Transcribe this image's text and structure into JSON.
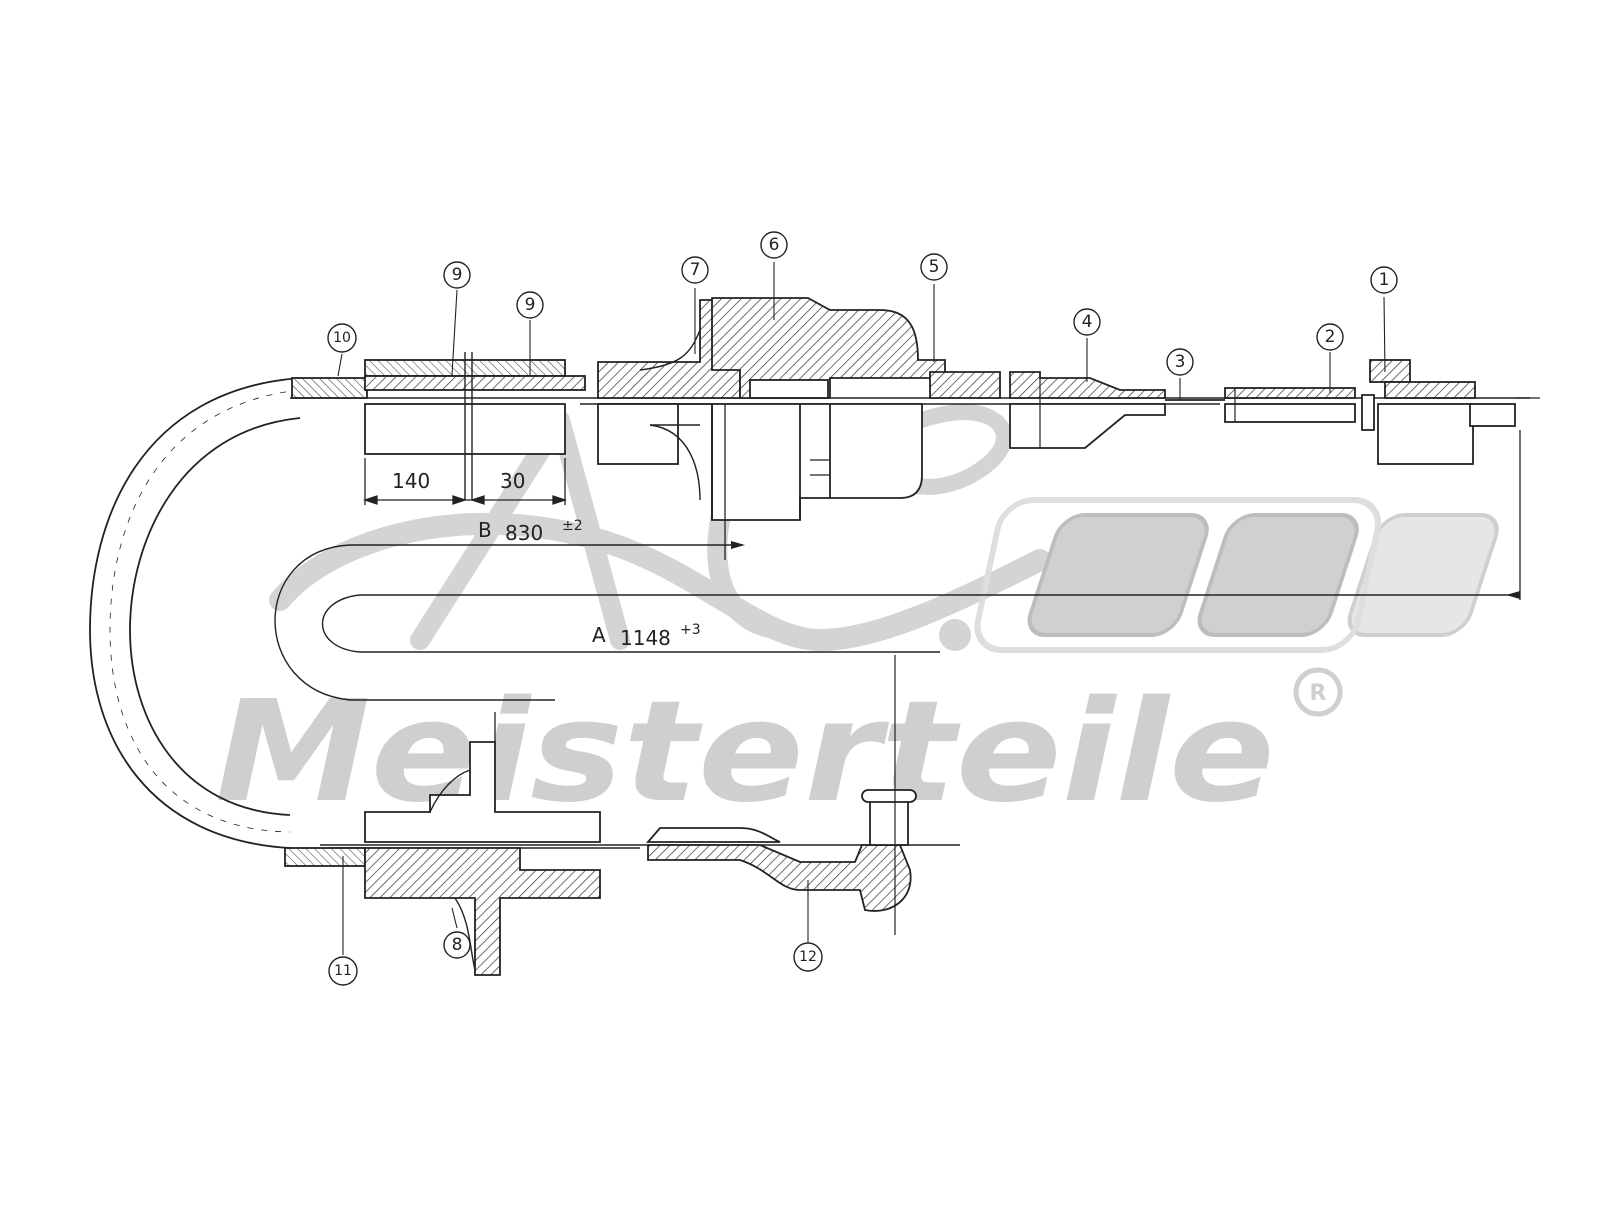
{
  "diagram": {
    "callouts": [
      "1",
      "2",
      "3",
      "4",
      "5",
      "6",
      "7",
      "8",
      "9",
      "9",
      "10",
      "11",
      "12"
    ],
    "dimensions": {
      "d140": "140",
      "d30": "30",
      "b_label": "B",
      "b_value": "830",
      "b_tol": "±2",
      "a_label": "A",
      "a_value": "1148",
      "a_tol": "+3"
    }
  },
  "watermark": {
    "initials": "A.L.",
    "brand": "Meisterteile",
    "registered": "R"
  },
  "colors": {
    "line": "#222222",
    "hatch": "#333333",
    "watermark": "#cfcfcf"
  }
}
